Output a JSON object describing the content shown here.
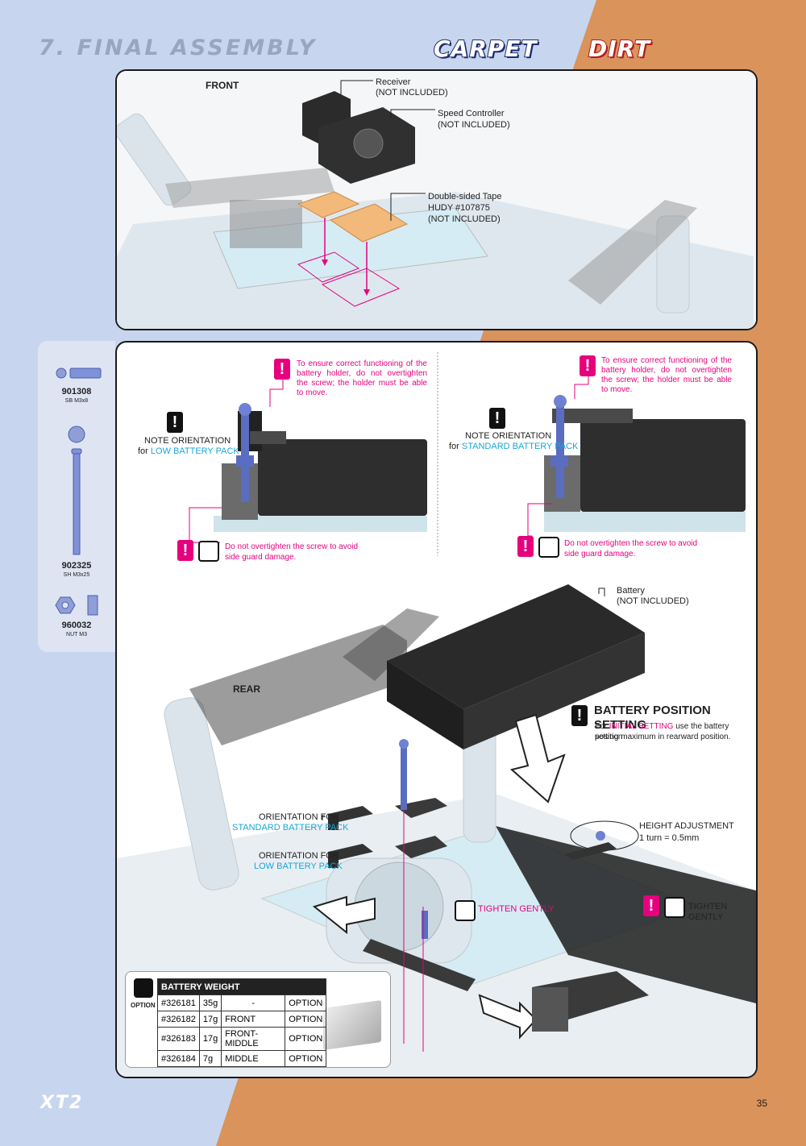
{
  "header": {
    "section_title": "7. FINAL ASSEMBLY",
    "surface_carpet": "CARPET",
    "surface_dirt": "DIRT"
  },
  "top_panel": {
    "front_label": "FRONT",
    "receiver": "Receiver",
    "receiver_note": "(NOT INCLUDED)",
    "speed_controller": "Speed Controller",
    "speed_controller_note": "(NOT INCLUDED)",
    "tape": "Double-sided Tape",
    "tape_part": "HUDY #107875",
    "tape_note": "(NOT INCLUDED)"
  },
  "parts": [
    {
      "code": "901308",
      "desc": "SB M3x8"
    },
    {
      "code": "902325",
      "desc": "SH M3x25"
    },
    {
      "code": "960032",
      "desc": "NUT M3"
    }
  ],
  "bottom_panel": {
    "warning_holder": "To ensure correct functioning of the battery holder, do not overtighten the screw; the holder must be able to move.",
    "note_orientation": "NOTE ORIENTATION",
    "for_low_prefix": "for",
    "low_battery_pack": "LOW BATTERY PACK",
    "for_std_prefix": "for",
    "standard_battery_pack": "STANDARD BATTERY PACK",
    "warning_guard_1": "Do not overtighten the screw to avoid",
    "warning_guard_2": "side guard damage.",
    "battery": "Battery",
    "battery_note": "(NOT INCLUDED)",
    "rear_label": "REAR",
    "position_title": "BATTERY POSITION SETTING",
    "position_for": "For",
    "initial_setting": "INITIAL SETTING",
    "position_text_1": "use the battery position",
    "position_text_2": "setting maximum in rearward position.",
    "orientation_for": "ORIENTATION FOR",
    "orientation_std": "STANDARD BATTERY PACK",
    "orientation_low": "LOW BATTERY PACK",
    "height_adjustment": "HEIGHT ADJUSTMENT",
    "height_turn": "1 turn = 0.5mm",
    "tighten_gently": "TIGHTEN GENTLY"
  },
  "option_table": {
    "option_label": "OPTION",
    "header": "BATTERY WEIGHT",
    "rows": [
      {
        "part": "#326181",
        "weight": "35g",
        "position": "-",
        "type": "OPTION"
      },
      {
        "part": "#326182",
        "weight": "17g",
        "position": "FRONT",
        "type": "OPTION"
      },
      {
        "part": "#326183",
        "weight": "17g",
        "position": "FRONT-MIDDLE",
        "type": "OPTION"
      },
      {
        "part": "#326184",
        "weight": "7g",
        "position": "MIDDLE",
        "type": "OPTION"
      }
    ]
  },
  "footer": {
    "logo": "XT2",
    "page_number": "35"
  },
  "colors": {
    "accent_magenta": "#e6007e",
    "accent_cyan": "#1aa6d6",
    "bg_blue": "#c7d6ee",
    "bg_orange": "#d9935b"
  }
}
